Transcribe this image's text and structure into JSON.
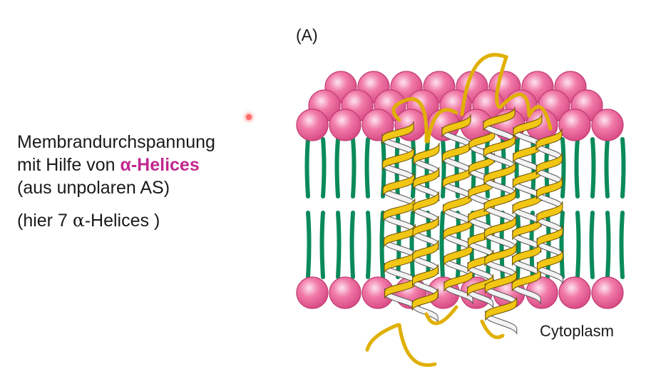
{
  "text": {
    "line1": "Membrandurchspannung",
    "line2_prefix": "mit Hilfe von ",
    "line2_emph": "α-Helices",
    "line3": "(aus unpolaren AS)",
    "line4_prefix": "(hier 7 ",
    "line4_greek": "α",
    "line4_suffix": "-Helices )"
  },
  "figure": {
    "panel_label": "(A)",
    "region_label": "Cytoplasm"
  },
  "colors": {
    "emphasis": "#c2278f",
    "lipid_head": "#ee6fa0",
    "lipid_tail": "#0a8a5a",
    "helix": "#f2c614",
    "helix_back": "#f3f3f3"
  }
}
